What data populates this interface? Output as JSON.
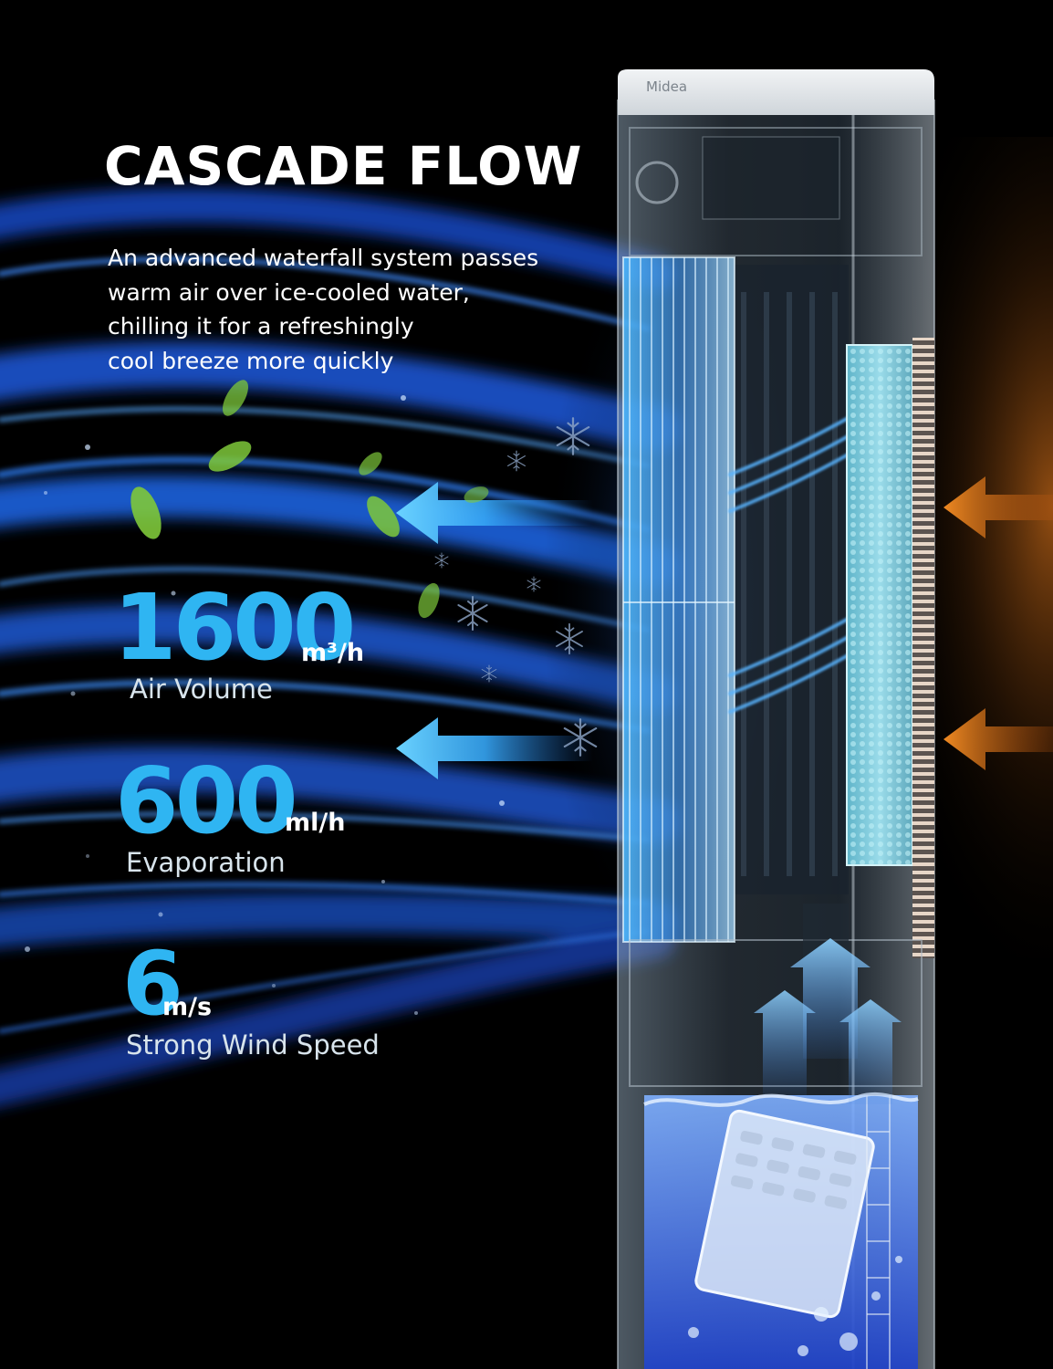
{
  "headline": "CASCADE FLOW",
  "description": [
    "An advanced waterfall system passes",
    "warm air over ice-cooled water,",
    "chilling it for a refreshingly",
    "cool breeze more quickly"
  ],
  "brand": "Midea",
  "stats": [
    {
      "value": "1600",
      "unit": "m³/h",
      "label": "Air Volume"
    },
    {
      "value": "600",
      "unit": "ml/h",
      "label": "Evaporation"
    },
    {
      "value": "6",
      "unit": "m/s",
      "label": "Strong Wind Speed"
    }
  ],
  "colors": {
    "accent_blue": "#2fb5f2",
    "warm_orange": "#e8781c",
    "background": "#000000",
    "text": "#ffffff"
  },
  "icons": [
    "cool-air-arrow-icon",
    "warm-air-arrow-icon",
    "updraft-arrow-icon",
    "snowflake-icon",
    "leaf-icon"
  ]
}
